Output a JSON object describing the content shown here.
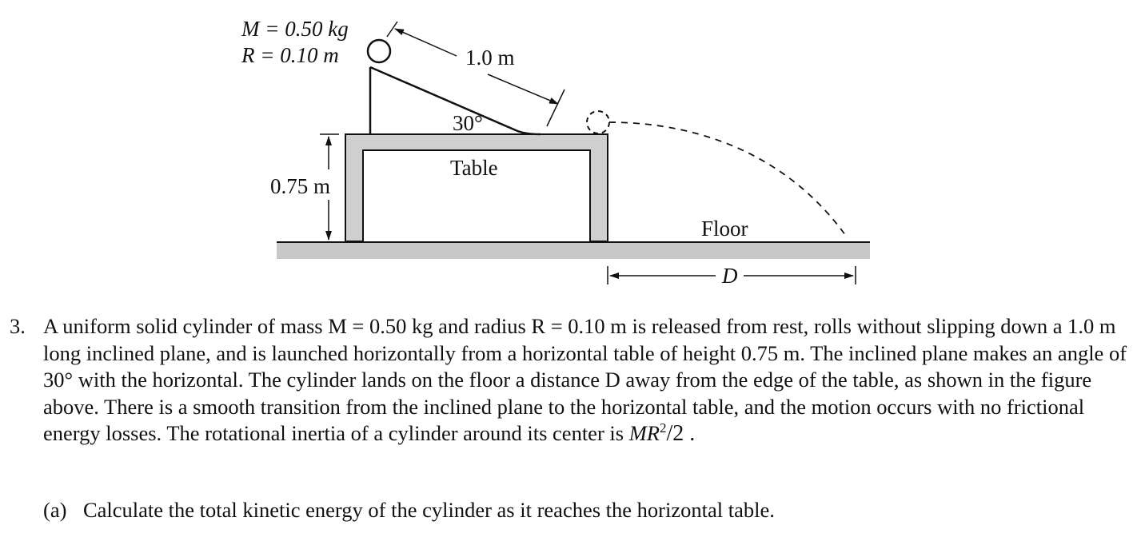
{
  "figure": {
    "mass_label": "M = 0.50 kg",
    "radius_label": "R = 0.10 m",
    "incline_length_label": "1.0 m",
    "angle_label": "30°",
    "table_label": "Table",
    "height_label": "0.75 m",
    "floor_label": "Floor",
    "distance_label": "D"
  },
  "problem": {
    "number": "3.",
    "text_main": "A uniform solid cylinder of mass M = 0.50 kg and radius R = 0.10 m is released from rest, rolls without slipping down a 1.0 m long inclined plane, and is launched horizontally from a horizontal table of height 0.75 m. The inclined plane makes an angle of 30° with the horizontal. The cylinder lands on the floor a distance D away from the edge of the table, as shown in the figure above. There is a smooth transition from the inclined plane to the horizontal table, and the motion occurs with no frictional energy losses. The rotational inertia of a cylinder around its center is ",
    "inertia_base": "MR",
    "inertia_exp": "2",
    "inertia_denom": "/2 .",
    "part_a_label": "(a)",
    "part_a_text": "Calculate the total kinetic energy of the cylinder as it reaches the horizontal table."
  }
}
